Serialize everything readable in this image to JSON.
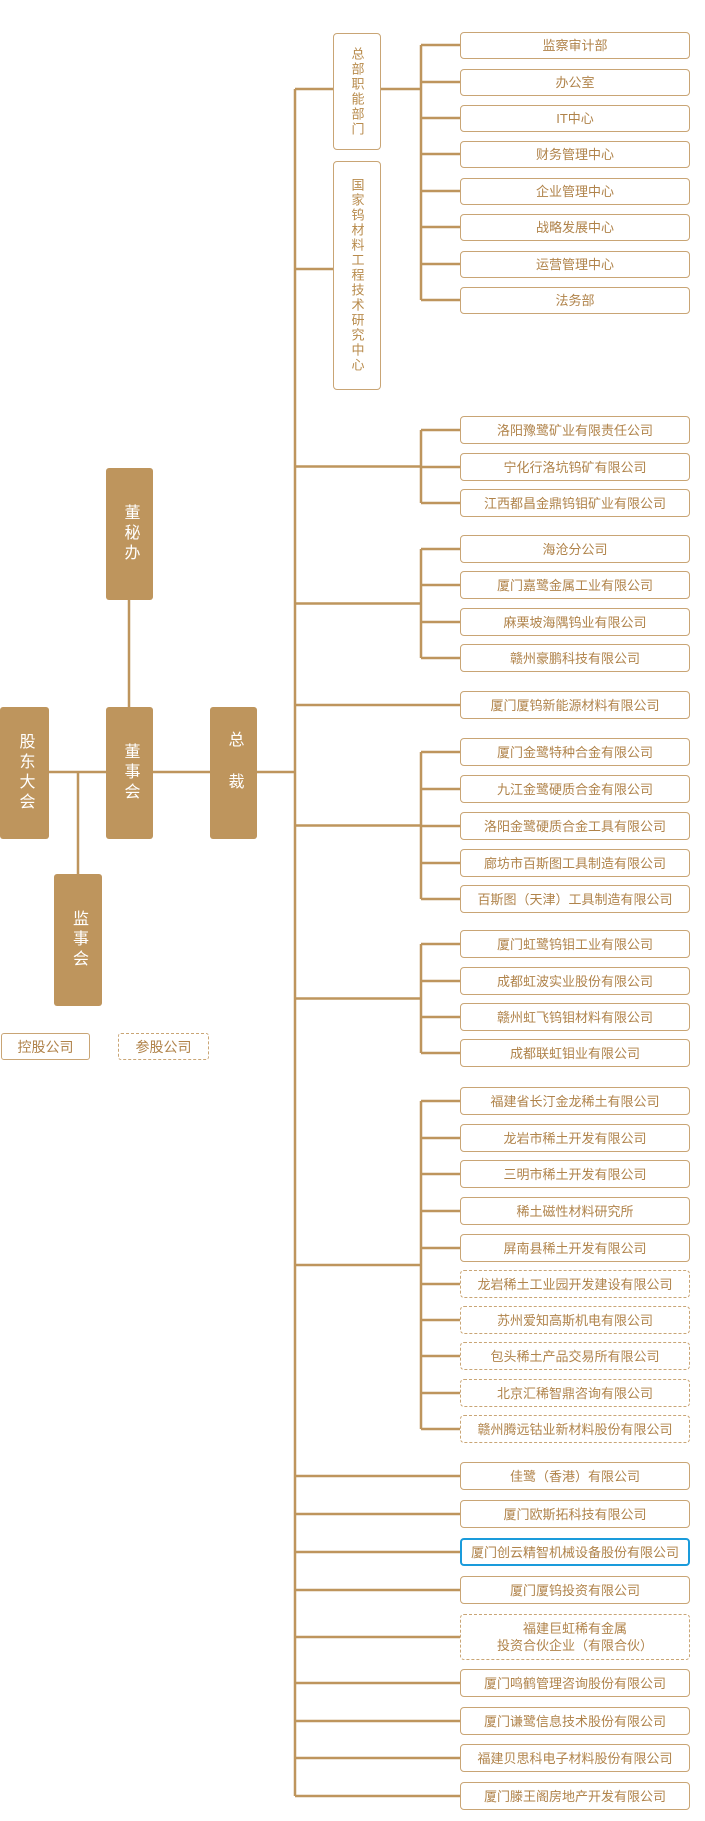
{
  "colors": {
    "accent": "#BE955D",
    "line": "#BE955D",
    "text": "#B0834A",
    "highlight": "#1A9BDB"
  },
  "nodes": {
    "shareholders": "股东大会",
    "board": "董事会",
    "board_secretary": "董秘办",
    "supervisory": "监事会",
    "president": "总裁"
  },
  "legend": {
    "holding": "控股公司",
    "participating": "参股公司"
  },
  "departments": [
    {
      "label": "总部职能部门",
      "items": [
        "监察审计部",
        "办公室",
        "IT中心",
        "财务管理中心",
        "企业管理中心",
        "战略发展中心",
        "运营管理中心",
        "法务部"
      ]
    },
    {
      "label": "国家钨材料工程技术研究中心",
      "items": []
    }
  ],
  "groups": [
    [
      "洛阳豫鹭矿业有限责任公司",
      "宁化行洛坑钨矿有限公司",
      "江西都昌金鼎钨钼矿业有限公司"
    ],
    [
      "海沧分公司",
      "厦门嘉鹭金属工业有限公司",
      "麻栗坡海隅钨业有限公司",
      "赣州豪鹏科技有限公司"
    ],
    [
      "厦门厦钨新能源材料有限公司"
    ],
    [
      "厦门金鹭特种合金有限公司",
      "九江金鹭硬质合金有限公司",
      "洛阳金鹭硬质合金工具有限公司",
      "廊坊市百斯图工具制造有限公司",
      "百斯图（天津）工具制造有限公司"
    ],
    [
      "厦门虹鹭钨钼工业有限公司",
      "成都虹波实业股份有限公司",
      "赣州虹飞钨钼材料有限公司",
      "成都联虹钼业有限公司"
    ],
    [
      "福建省长汀金龙稀土有限公司",
      "龙岩市稀土开发有限公司",
      "三明市稀土开发有限公司",
      "稀土磁性材料研究所",
      "屏南县稀土开发有限公司",
      "龙岩稀土工业园开发建设有限公司",
      "苏州爱知高斯机电有限公司",
      "包头稀土产品交易所有限公司",
      "北京汇稀智鼎咨询有限公司",
      "赣州腾远钴业新材料股份有限公司"
    ],
    [
      "佳鹭（香港）有限公司"
    ],
    [
      "厦门欧斯拓科技有限公司"
    ],
    [
      "厦门创云精智机械设备股份有限公司"
    ],
    [
      "厦门厦钨投资有限公司"
    ],
    [
      "福建巨虹稀有金属\n投资合伙企业（有限合伙）"
    ],
    [
      "厦门鸣鹤管理咨询股份有限公司"
    ],
    [
      "厦门谦鹭信息技术股份有限公司"
    ],
    [
      "福建贝思科电子材料股份有限公司"
    ],
    [
      "厦门滕王阁房地产开发有限公司"
    ]
  ],
  "dashed_companies": [
    "龙岩稀土工业园开发建设有限公司",
    "苏州爱知高斯机电有限公司",
    "包头稀土产品交易所有限公司",
    "北京汇稀智鼎咨询有限公司",
    "赣州腾远钴业新材料股份有限公司",
    "福建巨虹稀有金属\n投资合伙企业（有限合伙）"
  ],
  "highlighted_company": "厦门创云精智机械设备股份有限公司"
}
